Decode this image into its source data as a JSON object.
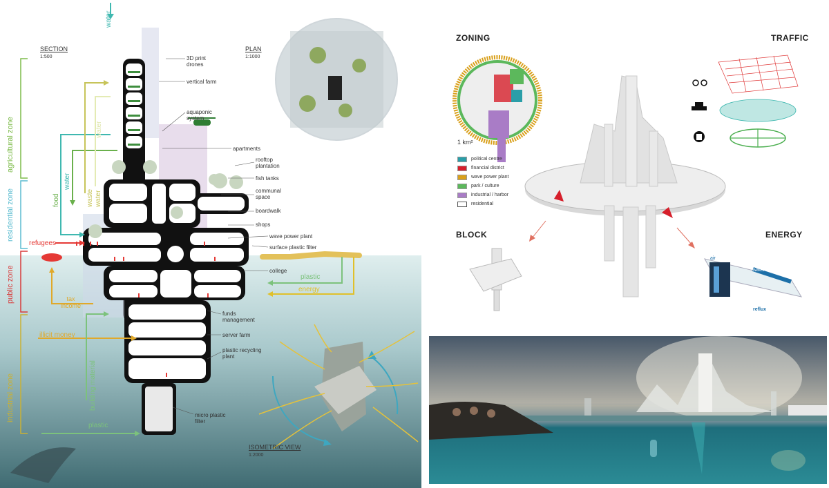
{
  "section": {
    "title": "SECTION",
    "scale": "1:500"
  },
  "plan": {
    "title": "PLAN",
    "scale": "1:1000"
  },
  "isometric": {
    "title": "ISOMETRIC VIEW",
    "scale": "1:2000"
  },
  "zones": {
    "agricultural": "agricultural zone",
    "residential": "residential zone",
    "public": "public zone",
    "industrial": "industrial zone"
  },
  "flows": {
    "water_top": "water",
    "water_left": "water",
    "food": "food",
    "waste": "waste",
    "water_mid": "water",
    "water_faint": "water",
    "refugees": "refugees",
    "tax_income": "tax\nincome",
    "illicit_money": "illicit money",
    "building_material": "building material",
    "plastic_bottom": "plastic",
    "plastic_right": "plastic",
    "energy_right": "energy"
  },
  "annotations": {
    "print_drones": "3D print\ndrones",
    "vertical_farm": "vertical farm",
    "aquaponic": "aquaponic\nsystem",
    "apartments": "apartments",
    "rooftop": "rooftop\nplantation",
    "fish_tanks": "fish tanks",
    "communal": "communal\nspace",
    "boardwalk": "boardwalk",
    "shops": "shops",
    "wave_power": "wave power plant",
    "surface_filter": "surface plastic filter",
    "college": "college",
    "funds": "funds\nmanagement",
    "server_farm": "server farm",
    "recycling": "plastic recycling\nplant",
    "micro_filter": "micro plastic\nfilter"
  },
  "zoning": {
    "title": "ZONING",
    "area": "1 km²",
    "legend": [
      {
        "label": "political centre",
        "color": "#2a9ea8"
      },
      {
        "label": "financial district",
        "color": "#d61f2b"
      },
      {
        "label": "wave power plant",
        "color": "#d9a01b"
      },
      {
        "label": "park / culture",
        "color": "#5cb85c"
      },
      {
        "label": "industrial / harbor",
        "color": "#a97cc6"
      },
      {
        "label": "residential",
        "color": "#ffffff"
      }
    ]
  },
  "traffic": {
    "title": "TRAFFIC",
    "colors": {
      "bike": "#e03a3a",
      "boat": "#3fb8b0",
      "metro": "#4caf50"
    }
  },
  "block": {
    "title": "BLOCK"
  },
  "energy": {
    "title": "ENERGY",
    "air": "air",
    "water": "water",
    "reflux": "reflux"
  },
  "colors": {
    "agri": "#7dbb4a",
    "residential": "#5bbcd0",
    "public": "#d83a3a",
    "industrial": "#c9b135",
    "water": "#3fb8b0",
    "food": "#6ab04c",
    "waste": "#c7c45a",
    "refugee": "#e53935",
    "tax": "#e0a92a",
    "plastic": "#7cc27c",
    "energy": "#e0c02a"
  }
}
